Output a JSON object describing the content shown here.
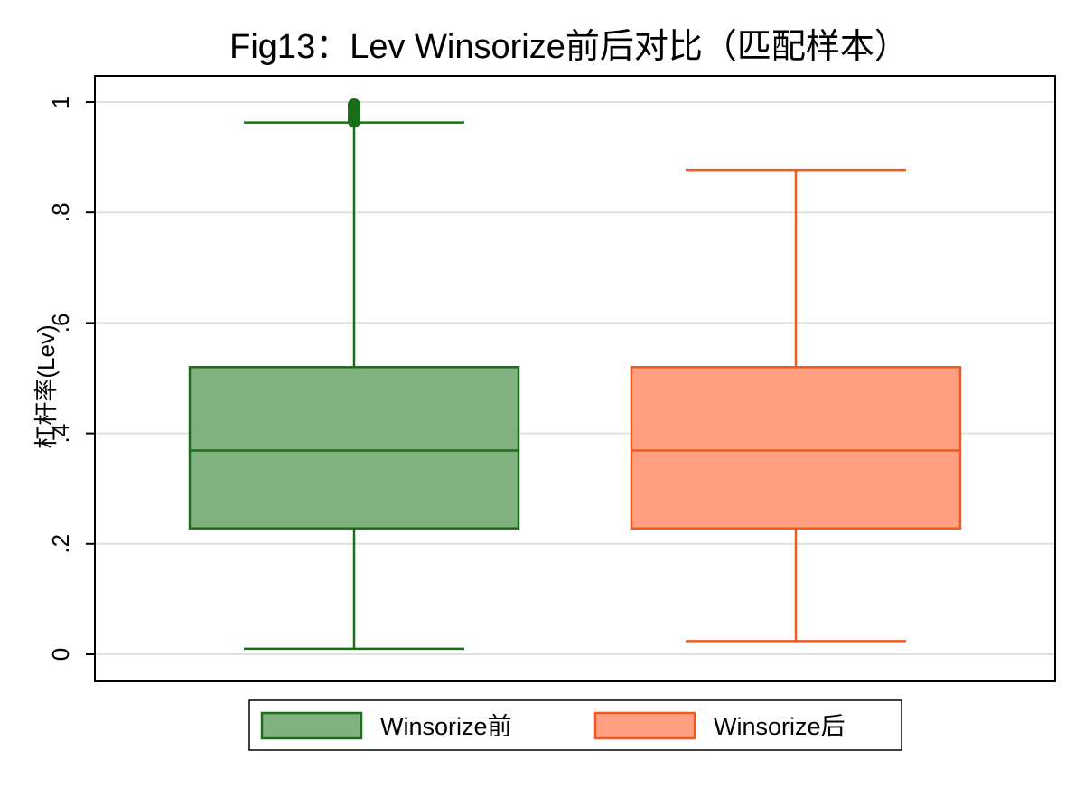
{
  "chart_data": {
    "type": "box",
    "title": "Fig13：Lev Winsorize前后对比（匹配样本）",
    "xlabel": "",
    "ylabel": "杠杆率(Lev)",
    "ylim": [
      -0.05,
      1.05
    ],
    "yticks": [
      {
        "value": 0,
        "label": "0"
      },
      {
        "value": 0.2,
        "label": ".2"
      },
      {
        "value": 0.4,
        "label": ".4"
      },
      {
        "value": 0.6,
        "label": ".6"
      },
      {
        "value": 0.8,
        "label": ".8"
      },
      {
        "value": 1.0,
        "label": "1"
      }
    ],
    "grid": true,
    "legend_position": "bottom",
    "series": [
      {
        "name": "Winsorize前",
        "min": 0.01,
        "q1": 0.228,
        "median": 0.369,
        "q3": 0.52,
        "max": 0.963,
        "outliers": [
          0.965,
          0.97,
          0.975,
          0.98,
          0.985,
          0.99,
          0.995
        ],
        "fill": "#80b27f",
        "stroke": "#1a6e1a"
      },
      {
        "name": "Winsorize后",
        "min": 0.024,
        "q1": 0.228,
        "median": 0.369,
        "q3": 0.52,
        "max": 0.877,
        "outliers": [],
        "fill": "#ffa180",
        "stroke": "#f05a1e"
      }
    ]
  }
}
